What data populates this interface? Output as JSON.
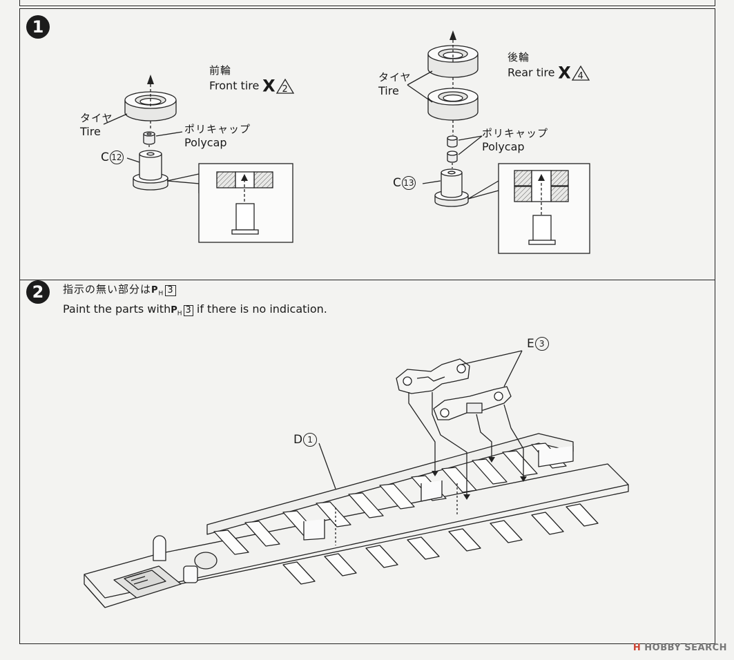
{
  "step1": {
    "number": "1",
    "front": {
      "title_jp": "前輪",
      "title_en": "Front tire",
      "mark": "X",
      "qty": "2",
      "tire_jp": "タイヤ",
      "tire_en": "Tire",
      "polycap_jp": "ポリキャップ",
      "polycap_en": "Polycap",
      "part_letter": "C",
      "part_num": "12"
    },
    "rear": {
      "title_jp": "後輪",
      "title_en": "Rear tire",
      "mark": "X",
      "qty": "4",
      "tire_jp": "タイヤ",
      "tire_en": "Tire",
      "polycap_jp": "ポリキャップ",
      "polycap_en": "Polycap",
      "part_letter": "C",
      "part_num": "13"
    }
  },
  "step2": {
    "number": "2",
    "note_jp_before": "指示の無い部分は",
    "note_en_before": "Paint the parts with",
    "note_en_after": " if there is no indication.",
    "paint_code": "P",
    "paint_code_sub": "H",
    "paint_num": "3",
    "part_d_letter": "D",
    "part_d_num": "1",
    "part_e_letter": "E",
    "part_e_num": "3"
  },
  "watermark": {
    "logo": "H",
    "text": "HOBBY SEARCH"
  }
}
